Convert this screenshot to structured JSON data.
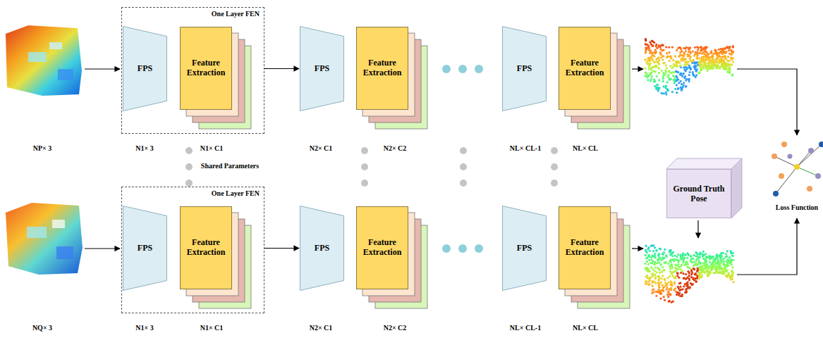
{
  "diagram": {
    "nodes": [
      {
        "text": [
          "One Layer FEN"
        ]
      },
      {
        "text": [
          "FPS"
        ],
        "in": 0
      },
      {
        "text": [
          "Feature Extraction"
        ],
        "in": 0
      },
      {
        "text": [
          "FPS"
        ]
      },
      {
        "text": [
          "Feature Extraction"
        ]
      },
      {
        "text": [
          "FPS"
        ]
      },
      {
        "text": [
          "Feature Extraction"
        ]
      },
      {
        "text": [
          "One Layer FEN"
        ]
      },
      {
        "text": [
          "FPS"
        ],
        "in": 7
      },
      {
        "text": [
          "Feature Extraction"
        ],
        "in": 7
      },
      {
        "text": [
          "FPS"
        ]
      },
      {
        "text": [
          "Feature Extraction"
        ]
      },
      {
        "text": [
          "FPS"
        ]
      },
      {
        "text": [
          "Feature Extraction"
        ]
      },
      {
        "text": [
          "Ground Truth Pose"
        ]
      }
    ],
    "edges": [
      {
        "from": 0,
        "to": 3,
        "arrow": "to"
      },
      {
        "from": 7,
        "to": 10,
        "arrow": "to"
      }
    ],
    "labels": [
      "NP× 3",
      "N1× 3",
      "N1× C1",
      "Shared Parameters",
      "N2× C1",
      "N2× C2",
      "NL× CL-1",
      "NL× CL",
      "NQ× 3",
      "N1× 3",
      "N1× C1",
      "N2× C1",
      "N2× C2",
      "NL× CL-1",
      "NL× CL",
      "Loss Function"
    ]
  }
}
